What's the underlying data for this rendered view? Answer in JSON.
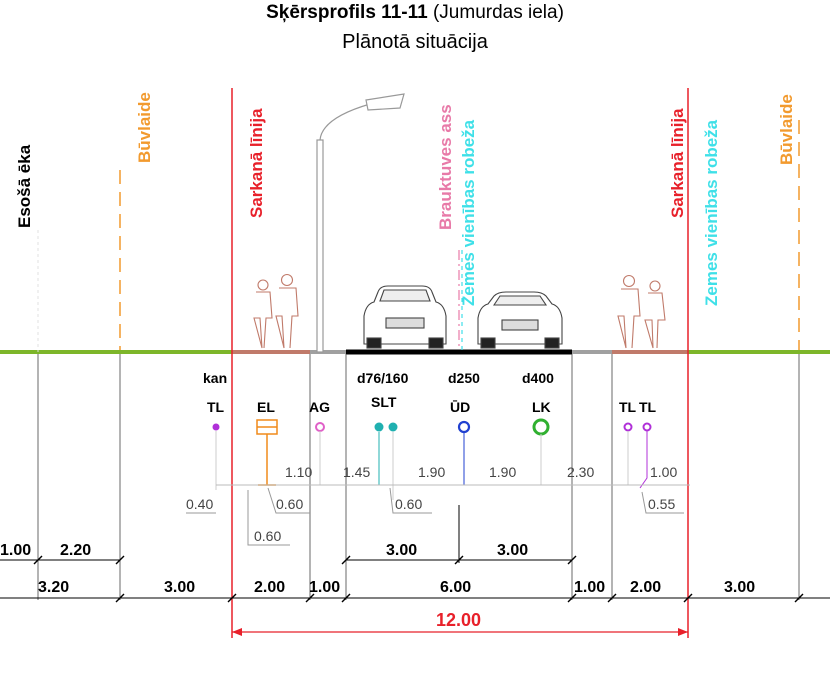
{
  "title": {
    "main": "Sķērsprofils 11-11",
    "street": "(Jumurdas iela)",
    "subtitle": "Plānotā situācija"
  },
  "vertical_labels": {
    "existing_building": "Esošā ēka",
    "building_line_left": "Būvlaide",
    "red_line_left": "Sarkanā līnija",
    "carriageway_axis": "Brauktuves ass",
    "land_boundary_left": "Zemes vienības robeža",
    "red_line_right": "Sarkanā līnija",
    "land_boundary_right": "Zemes vienības robeža",
    "building_line_right": "Būvlaide"
  },
  "utilities": {
    "kan": "kan",
    "tl_left": "TL",
    "el": "EL",
    "ag": "AG",
    "d76": "d76/160",
    "slt": "SLT",
    "d250": "d250",
    "ud": "ŪD",
    "d400": "d400",
    "lk": "LK",
    "tl_r1": "TL",
    "tl_r2": "TL"
  },
  "offsets": {
    "o110": "1.10",
    "o145": "1.45",
    "o190a": "1.90",
    "o190b": "1.90",
    "o230": "2.30",
    "o100": "1.00",
    "o040": "0.40",
    "o060a": "0.60",
    "o060b": "0.60",
    "o060c": "0.60",
    "o055": "0.55"
  },
  "dimensions": {
    "row1": {
      "d100": "1.00",
      "d220": "2.20",
      "d300a": "3.00",
      "d300b": "3.00"
    },
    "row2": {
      "d320": "3.20",
      "d300l": "3.00",
      "d200l": "2.00",
      "d100l": "1.00",
      "d600": "6.00",
      "d100r": "1.00",
      "d200r": "2.00",
      "d300r": "3.00"
    },
    "total": "12.00"
  },
  "colors": {
    "red_line": "#e8202a",
    "building_line": "#f29a2e",
    "axis": "#e87aa8",
    "boundary": "#3fe0e8",
    "ground": "#7db62a",
    "el": "#f08a1a",
    "ag": "#e060c8",
    "tl": "#b030d8",
    "slt": "#20b0b0",
    "ud": "#2040d0",
    "lk": "#30b030"
  }
}
